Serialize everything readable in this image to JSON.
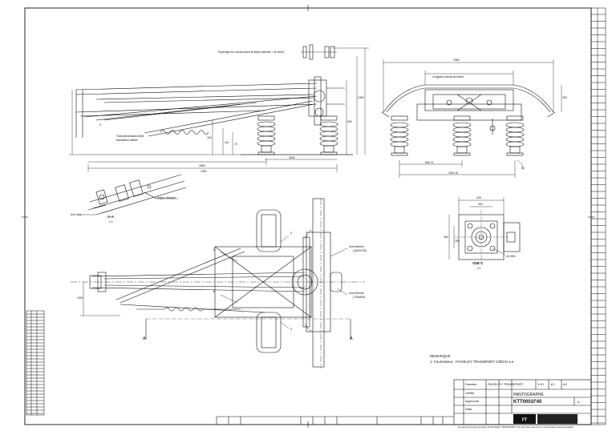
{
  "drawing": {
    "labels": {
      "top_note": "Espérage du courant dans le dépôt (vitesse < 40 km/h)",
      "tube_note": "Tube alimentation Ø18",
      "tube_note_2": "fabrication câblée",
      "longueur_note": "Longueur bande de frotter",
      "section_aa": "A-A",
      "section_aa_scale": "1:1",
      "axe_tube": "Axe tube",
      "bague": "Bague fabriqué",
      "vue_c": "VUE C",
      "vue_c_scale": "2:1",
      "zone_1": "Zone libérée",
      "zone_1b": "(1600x700)",
      "zone_2": "Zone libérée",
      "zone_2b": "(700x600)",
      "hole_note": "4X Ø16",
      "mark_x": "X",
      "mark_b": "B",
      "mark_a": "A",
      "mark_c": "C"
    },
    "dimensions": {
      "d_1960": "1960",
      "d_1100": "1100 ±5",
      "d_825": "825 ±1",
      "d_2665": "2665",
      "d_3500": "3500",
      "d_2250": "2250",
      "d_150": "150",
      "d_110": "110",
      "d_70": "70",
      "d_600": "600",
      "d_1350": "1350",
      "d_325": "325",
      "d_425": "425",
      "d_400": "400",
      "d_450": "450",
      "d_250": "250",
      "d_1000": "1000"
    },
    "remarque": {
      "title": "REMARQUE:",
      "line1": "1- Fournisseur : FAIVELEY TRANSPORT CZECH a.s."
    },
    "title_block": {
      "designation": "PANTOGRAPHE",
      "drawing_number": "KTT0001F40",
      "company": "FAIVELEY TRANSPORT",
      "scale": "1:10",
      "sheet": "1/1",
      "format": "A2",
      "revision": "A",
      "approvals": [
        "Dessiné",
        "Vérifié",
        "Approuvé",
        "Date"
      ],
      "bottom_note": "Ce document est la propriété de FAIVELEY TRANSPORT, il ne peut être reproduit ou communiqué sans autorisation."
    }
  }
}
